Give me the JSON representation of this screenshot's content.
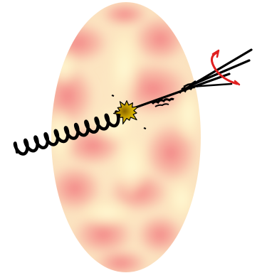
{
  "diagram": {
    "medium_colors": {
      "base": "#fce6c2",
      "hot": "#f58a8a",
      "cool": "#fffbd0"
    },
    "vertex_colors": {
      "outer": "#e3c200",
      "inner": "#8a6400",
      "outline": "#000000"
    },
    "line_color": "#000000",
    "gluon_arrow_color": "#e02020",
    "elements": [
      "medium-ellipse",
      "incoming-photon",
      "interaction-vertex",
      "outgoing-quark-line",
      "jet-shower",
      "gluon-arrow"
    ]
  }
}
